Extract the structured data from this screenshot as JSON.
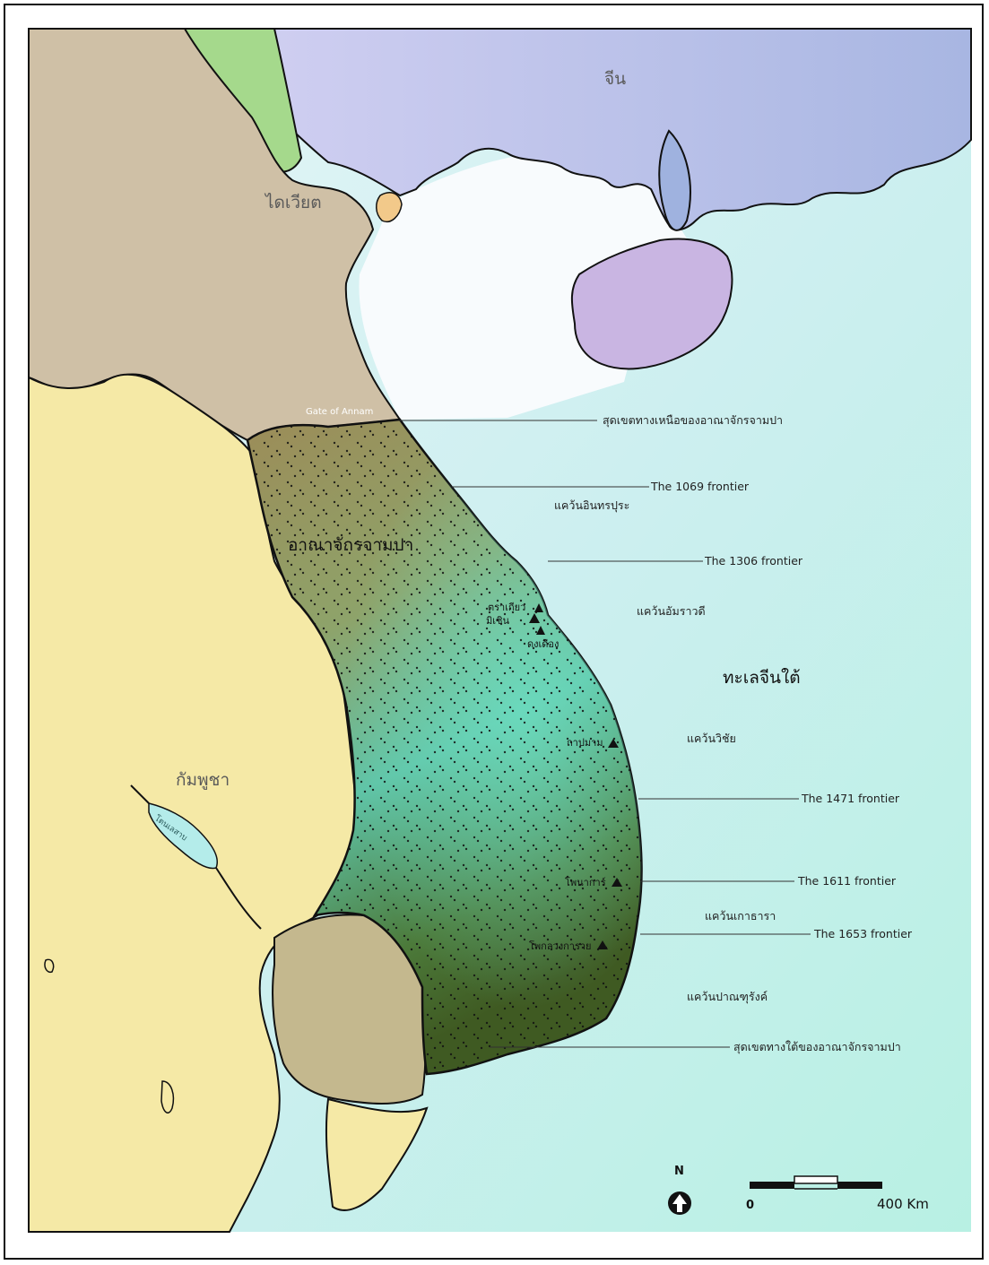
{
  "map": {
    "countries": {
      "china": "จีน",
      "dai_viet": "ไดเวียต",
      "cambodia": "กัมพูชา"
    },
    "kingdom": "อาณาจักรจามปา",
    "sea": "ทะเลจีนใต้",
    "lake": "โตนเลสาบ",
    "gate": "Gate of Annam",
    "callouts": {
      "north_boundary": "สุดเขตทางเหนือของอาณาจักรจามปา",
      "south_boundary": "สุดเขตทางใต้ของอาณาจักรจามปา",
      "f1069": "The 1069 frontier",
      "f1306": "The 1306 frontier",
      "f1471": "The 1471 frontier",
      "f1611": "The 1611 frontier",
      "f1653": "The 1653 frontier"
    },
    "regions": {
      "indrapura": "แคว้นอินทรปุระ",
      "amaravati": "แคว้นอัมราวดี",
      "vijaya": "แคว้นวิชัย",
      "kauthara": "แคว้นเกาธารา",
      "panduranga": "แคว้นปาณฑุรังค์"
    },
    "sites": {
      "tra_kieu": "ตราเกียว",
      "my_son": "มิเซิน",
      "dong_duong": "ดงเดือง",
      "thap_mam": "ถาปมาม",
      "po_nagar": "โพนาการ์",
      "po_klong_garai": "โพกลวงการาย"
    },
    "compass": "N",
    "scale": {
      "start": "0",
      "end": "400 Km"
    },
    "colors": {
      "china": "#b7b9e6",
      "dai_viet": "#cdbfa5",
      "cambodia": "#f5e9a5",
      "champa_north": "#8c7d4f",
      "champa_south": "#4f6a2c",
      "sea": "#c8efe9",
      "hainan": "#c7b4e0"
    }
  }
}
